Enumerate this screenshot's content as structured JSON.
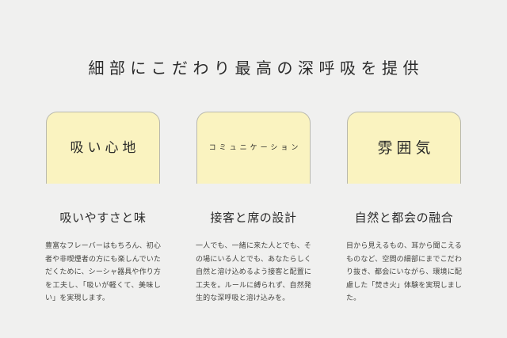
{
  "page": {
    "background_color": "#f0f0ef",
    "title": "細部にこだわり最高の深呼吸を提供"
  },
  "theme": {
    "card_fill": "#faf3c0",
    "card_border": "#b9b9ae",
    "title_color": "#2b2b2b",
    "body_color": "#43433f"
  },
  "columns": [
    {
      "card_label": "吸い心地",
      "heading": "吸いやすさと味",
      "body": "豊富なフレーバーはもちろん、初心者や非喫煙者の方にも楽しんでいただくために、シーシャ器具や作り方を工夫し、「吸いが軽くて、美味しい」を実現します。"
    },
    {
      "card_label": "コミュニケーション",
      "heading": "接客と席の設計",
      "body": "一人でも、一緒に来た人とでも、その場にいる人とでも、あなたらしく自然と溶け込めるよう接客と配置に工夫を。ルールに縛られず、自然発生的な深呼吸と溶け込みを。"
    },
    {
      "card_label": "雰囲気",
      "heading": "自然と都会の融合",
      "body": "目から見えるもの、耳から聞こえるものなど、空間の細部にまでこだわり抜き、都会にいながら、環境に配慮した「焚き火」体験を実現しました。"
    }
  ]
}
